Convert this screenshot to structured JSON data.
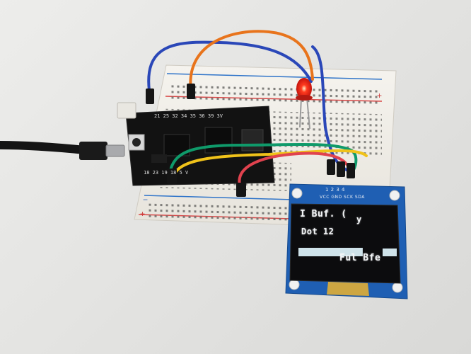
{
  "oled": {
    "line1": "I Buf. (",
    "line1b": "y",
    "line2": "Dot 12",
    "line3": "Ful Bfe",
    "header_pins": "1 2 3 4",
    "header_label": "VCC GND SCK SDA",
    "progress": 0.54
  },
  "mcu_board": {
    "pins_top": "21 25 32 34 35 36 39 3V",
    "pins_bottom": "18 23 19 18 5 V"
  },
  "colors": {
    "breadboard": "#f1efe9",
    "oled_pcb": "#1f5fb3",
    "mcu_pcb": "#141414",
    "wire_blue": "#2a47b8",
    "wire_orange": "#e8741c",
    "wire_green": "#0f9a6a",
    "wire_yellow": "#f0c21a",
    "wire_red": "#e0424e",
    "led": "#ff2a1a"
  }
}
